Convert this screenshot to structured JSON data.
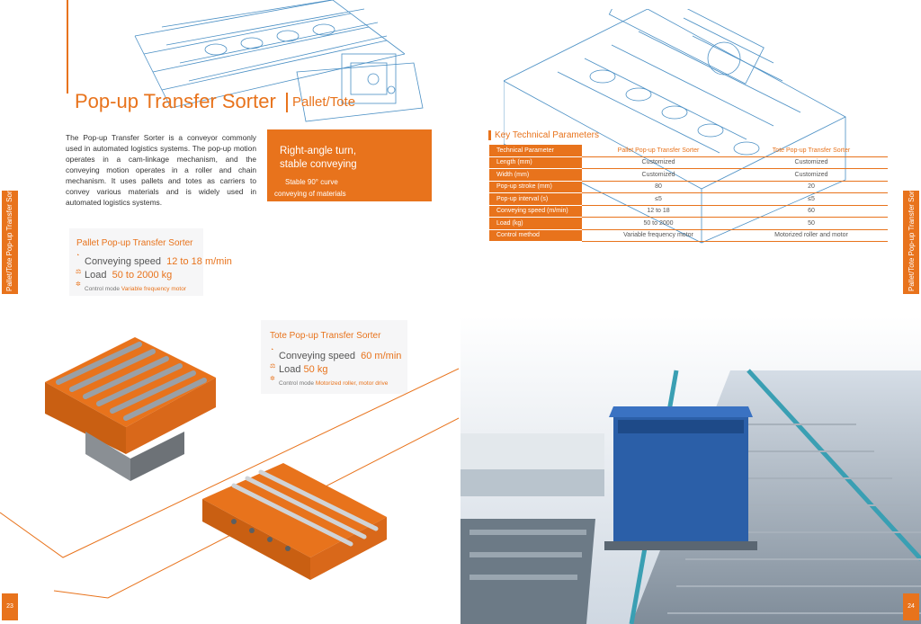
{
  "left_page": {
    "title": "Pop-up Transfer Sorter",
    "subtitle": "Pallet/Tote",
    "intro": "The Pop-up Transfer Sorter is a conveyor commonly used in automated logistics systems. The pop-up motion operates in a cam-linkage mechanism, and the conveying motion operates in a roller and chain mechanism. It uses pallets and totes as carriers to convey various materials and is widely used in automated logistics systems.",
    "promo": {
      "heading_line1": "Right-angle turn,",
      "heading_line2": "stable conveying",
      "sub_line1": "Stable 90° curve",
      "sub_line2": "conveying of materials"
    },
    "pallet_card": {
      "title": "Pallet Pop-up Transfer Sorter",
      "speed_label": "Conveying speed",
      "speed_value": "12 to 18  m/min",
      "load_label": "Load",
      "load_value": "50 to 2000  kg",
      "mode_label": "Control mode",
      "mode_value": "Variable frequency motor"
    },
    "tote_card": {
      "title": "Tote Pop-up Transfer Sorter",
      "speed_label": "Conveying speed",
      "speed_value": "60 m/min",
      "load_label": "Load",
      "load_value": "50 kg",
      "mode_label": "Control mode",
      "mode_value": "Motorized roller, motor drive"
    },
    "side_tab": "Pallet/Tote Pop-up Transfer Sorter",
    "page_number": "23"
  },
  "right_page": {
    "table_title": "Key Technical Parameters",
    "columns": [
      "Technical Parameter",
      "Pallet Pop-up Transfer Sorter",
      "Tote Pop-up Transfer Sorter"
    ],
    "rows": [
      [
        "Length (mm)",
        "Customized",
        "Customized"
      ],
      [
        "Width (mm)",
        "Customized",
        "Customized"
      ],
      [
        "Pop-up stroke (mm)",
        "80",
        "20"
      ],
      [
        "Pop-up interval (s)",
        "≤5",
        "≤5"
      ],
      [
        "Conveying speed (m/min)",
        "12 to 18",
        "60"
      ],
      [
        "Load (kg)",
        "50 to 2000",
        "50"
      ],
      [
        "Control method",
        "Variable frequency motor",
        "Motorized roller and motor"
      ]
    ],
    "side_tab": "Pallet/Tote Pop-up Transfer Sorter",
    "page_number": "24"
  },
  "colors": {
    "accent": "#e8731c",
    "line_drawing": "#4a8fc4",
    "conveyor_blue": "#2b5fa8"
  },
  "icons": [
    "speed-icon",
    "load-icon",
    "control-icon"
  ]
}
